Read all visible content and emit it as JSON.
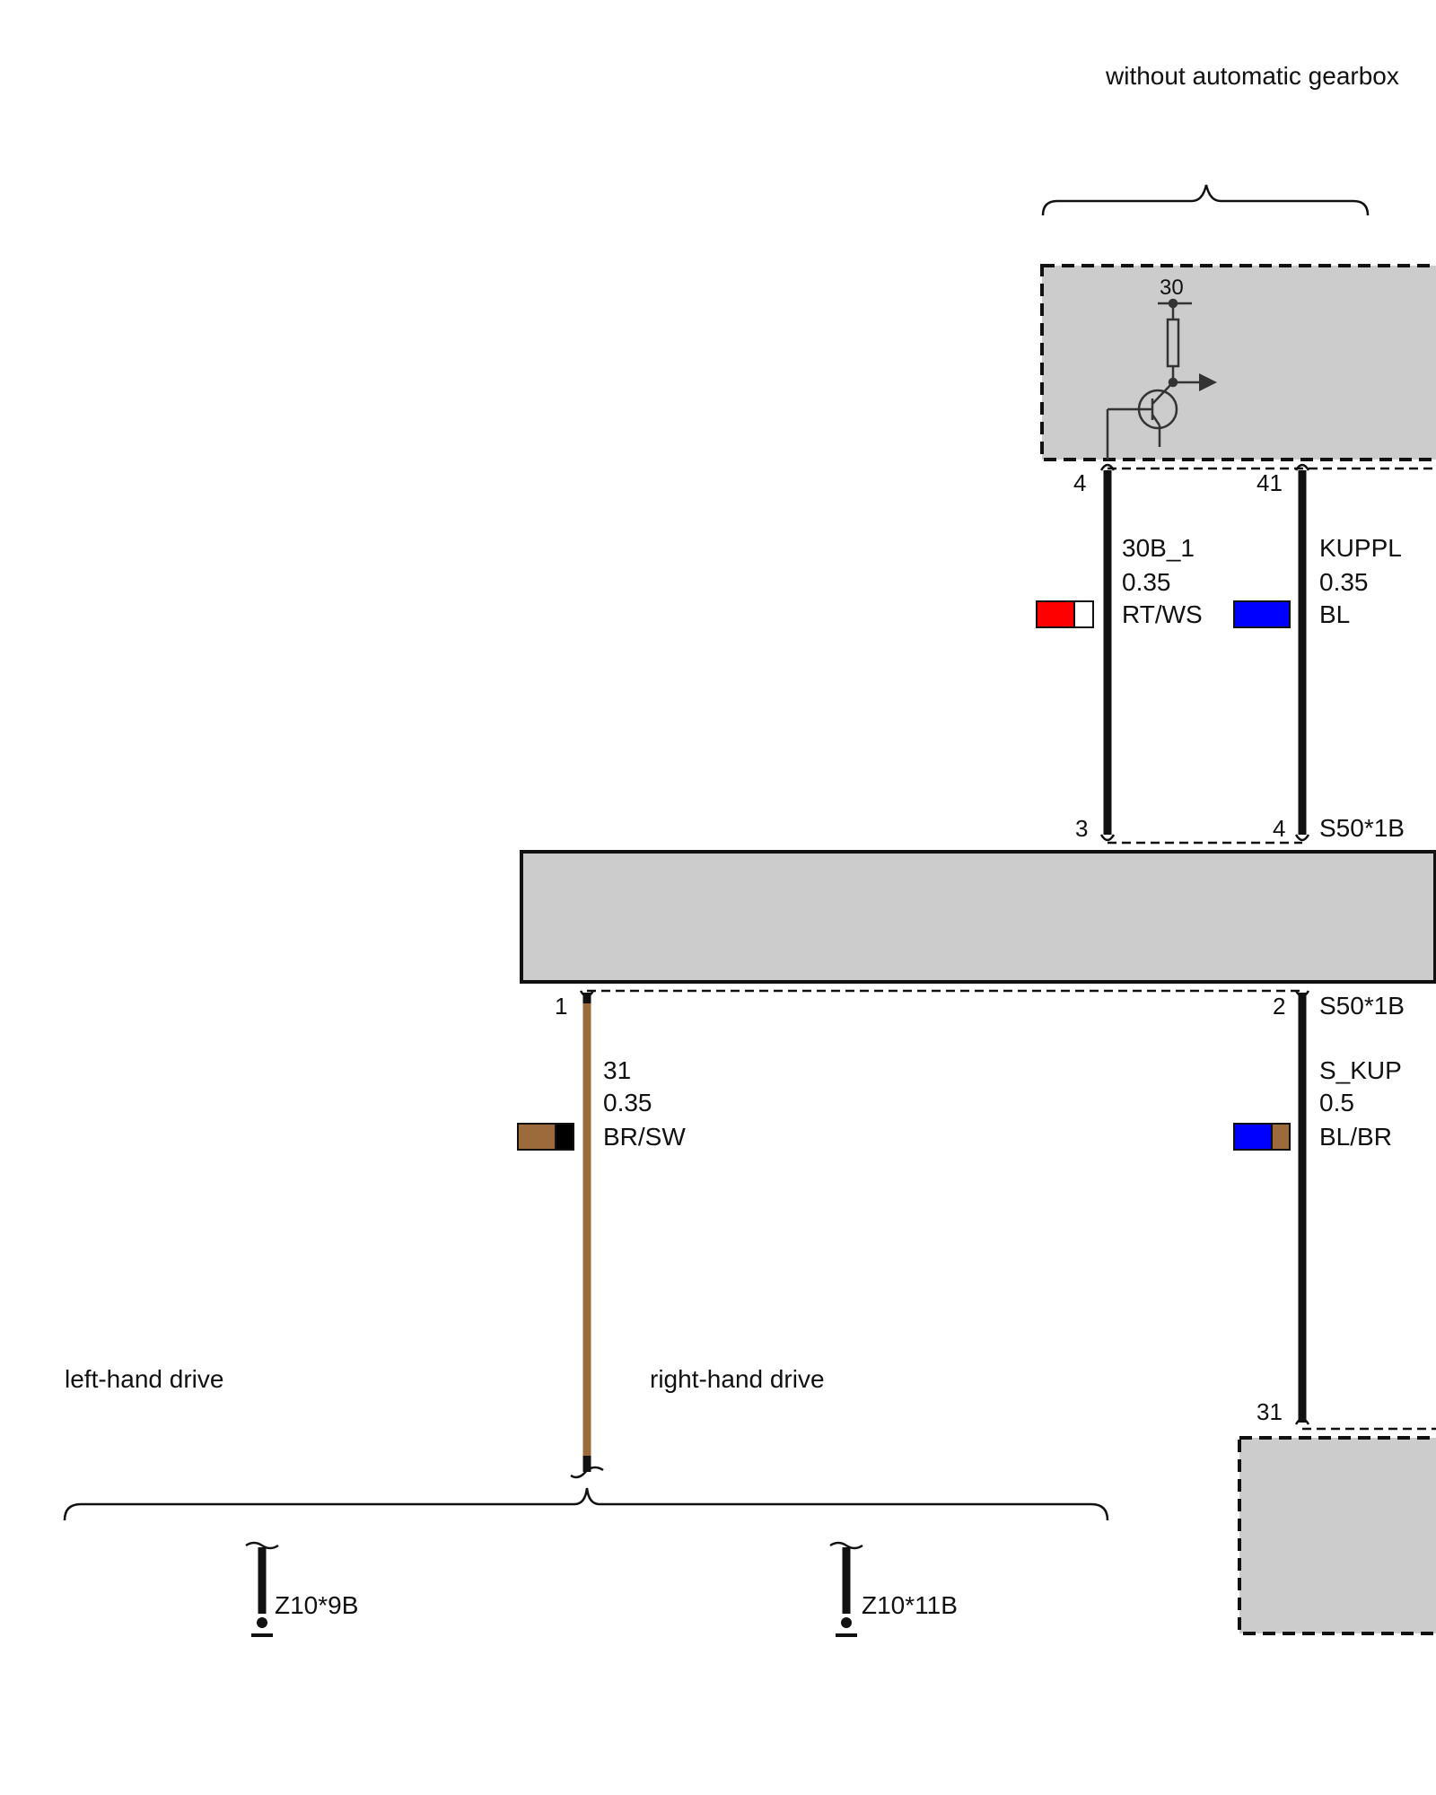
{
  "notes": {
    "top_variant": "without automatic gearbox",
    "left_drive": "left-hand drive",
    "right_drive": "right-hand drive"
  },
  "top_module": {
    "internal_terminal": "30",
    "pin_left": "4",
    "pin_right": "41"
  },
  "middle_module": {
    "pin_top_left": "3",
    "pin_top_right": "4",
    "pin_bottom_left": "1",
    "pin_bottom_right": "2",
    "connector_top": "S50*1B",
    "connector_bottom": "S50*1B"
  },
  "bottom_module": {
    "pin": "31"
  },
  "wires": [
    {
      "signal": "30B_1",
      "gauge": "0.35",
      "color_code": "RT/WS",
      "colors": [
        "#ff0000",
        "#ffffff"
      ]
    },
    {
      "signal": "KUPPL",
      "gauge": "0.35",
      "color_code": "BL",
      "colors": [
        "#0000ff"
      ]
    },
    {
      "signal": "31",
      "gauge": "0.35",
      "color_code": "BR/SW",
      "colors": [
        "#9c6b3c",
        "#000000"
      ]
    },
    {
      "signal": "S_KUP",
      "gauge": "0.5",
      "color_code": "BL/BR",
      "colors": [
        "#0000ff",
        "#9c6b3c"
      ]
    }
  ],
  "ground_points": [
    {
      "label": "Z10*9B"
    },
    {
      "label": "Z10*11B"
    }
  ]
}
